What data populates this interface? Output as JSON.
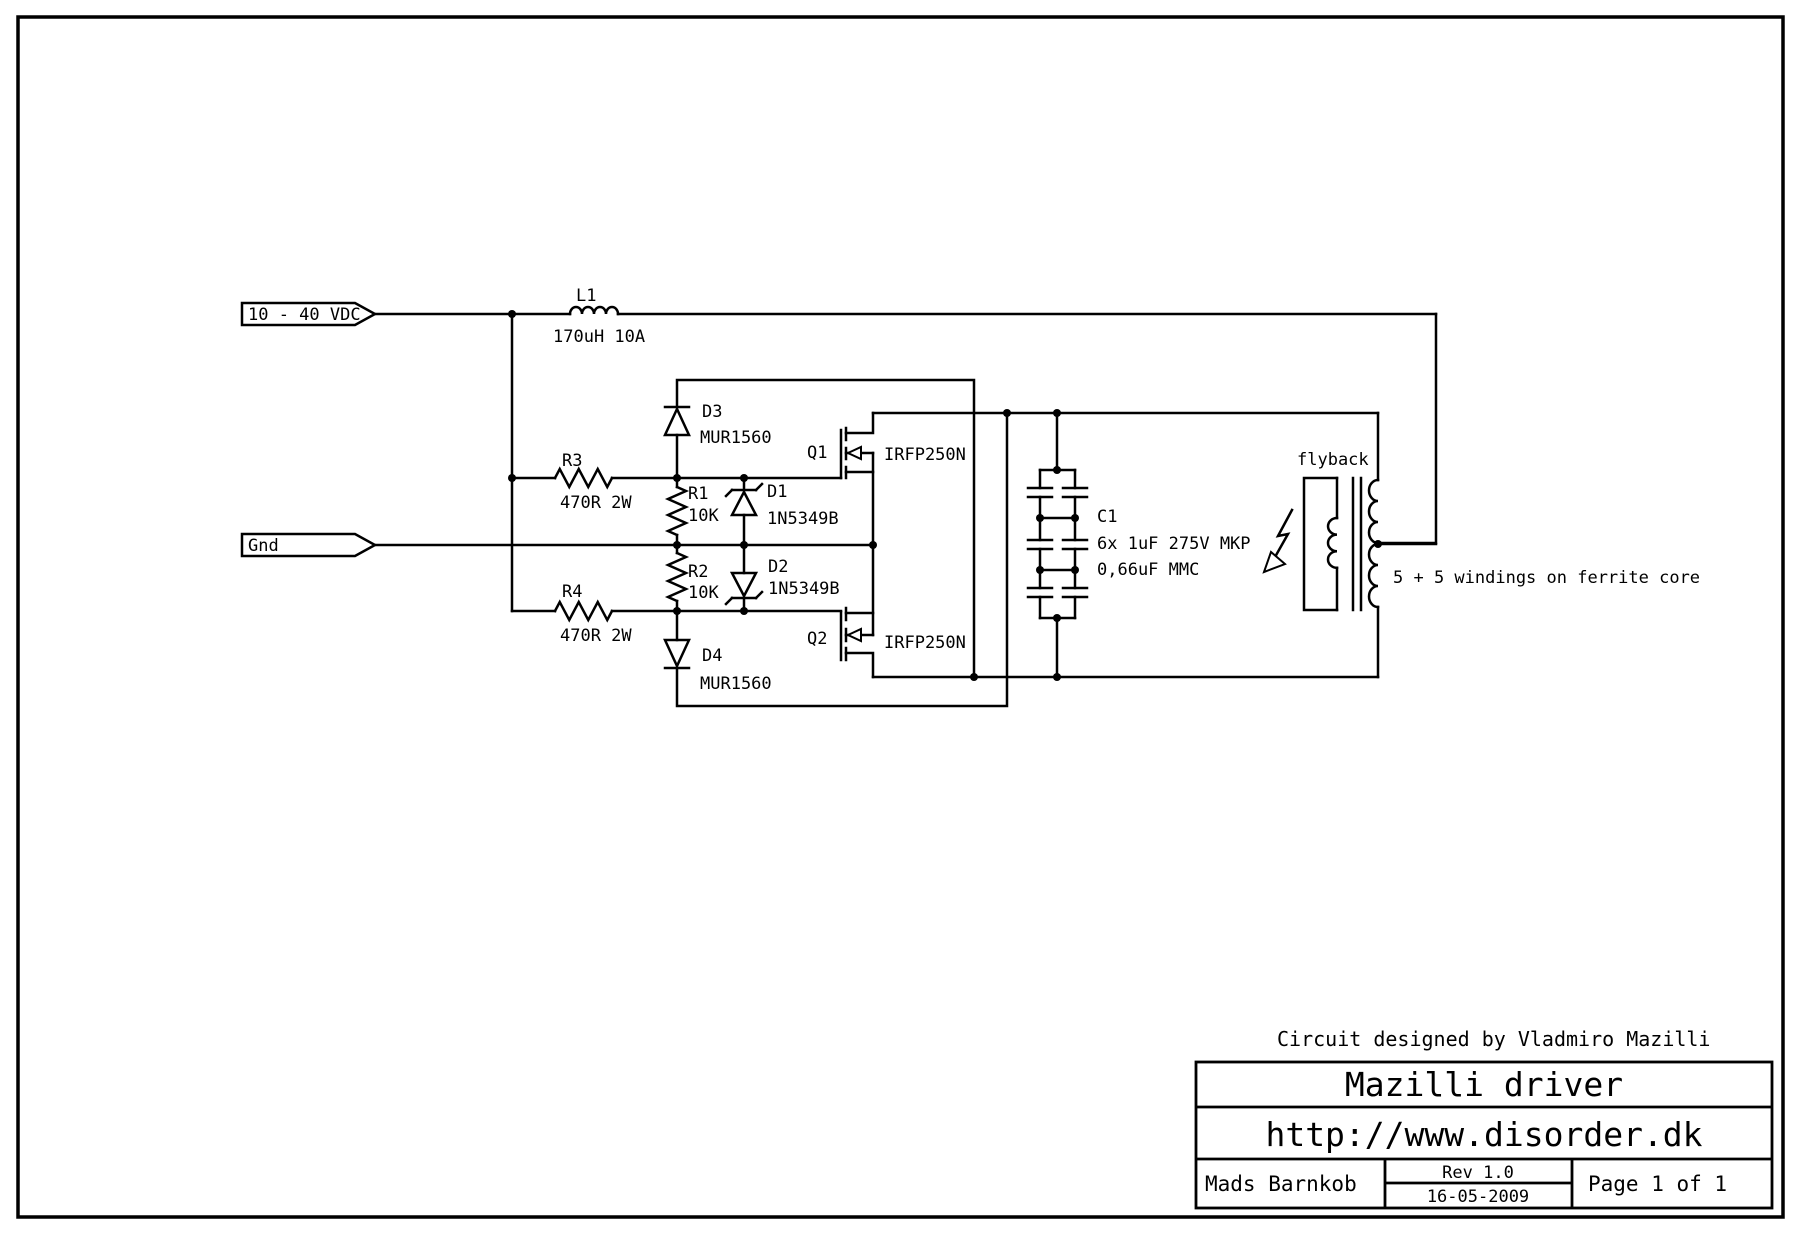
{
  "page": {
    "background": "#ffffff",
    "line_color": "#000000"
  },
  "schematic": {
    "power_input_label": "10 - 40 VDC",
    "ground_label": "Gnd",
    "inductor": {
      "ref": "L1",
      "value": "170uH 10A"
    },
    "resistors": {
      "r1": {
        "ref": "R1",
        "value": "10K"
      },
      "r2": {
        "ref": "R2",
        "value": "10K"
      },
      "r3": {
        "ref": "R3",
        "value": "470R 2W"
      },
      "r4": {
        "ref": "R4",
        "value": "470R 2W"
      }
    },
    "diodes": {
      "d1": {
        "ref": "D1",
        "value": "1N5349B"
      },
      "d2": {
        "ref": "D2",
        "value": "1N5349B"
      },
      "d3": {
        "ref": "D3",
        "value": "MUR1560"
      },
      "d4": {
        "ref": "D4",
        "value": "MUR1560"
      }
    },
    "mosfets": {
      "q1": {
        "ref": "Q1",
        "part": "IRFP250N"
      },
      "q2": {
        "ref": "Q2",
        "part": "IRFP250N"
      }
    },
    "capacitor_bank": {
      "ref": "C1",
      "value_line1": "6x 1uF 275V MKP",
      "value_line2": "0,66uF MMC"
    },
    "transformer": {
      "label": "flyback",
      "annotation": "5 + 5 windings on ferrite core"
    }
  },
  "credit": "Circuit designed by Vladmiro Mazilli",
  "title_block": {
    "title": "Mazilli driver",
    "url": "http://www.disorder.dk",
    "author": "Mads Barnkob",
    "revision": "Rev 1.0",
    "date": "16-05-2009",
    "page": "Page 1 of 1"
  }
}
